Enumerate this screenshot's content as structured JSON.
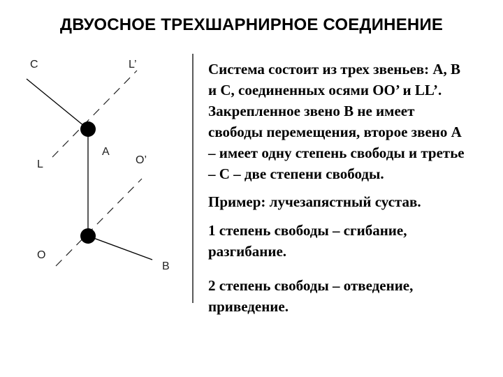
{
  "title": "ДВУОСНОЕ ТРЕХШАРНИРНОЕ СОЕДИНЕНИЕ",
  "labels": {
    "C": "C",
    "L_prime": "L’",
    "A": "A",
    "O_prime": "O’",
    "L": "L",
    "O": "O",
    "B": "B"
  },
  "description": "Система состоит из трех звеньев: А, В и С, соединенных осями ОО’ и LL’. Закрепленное звено В не имеет свободы перемещения, второе звено А – имеет одну степень свободы и третье – С – две степени свободы.",
  "example": "Пример: лучезапястный сустав.",
  "degree1": "1 степень свободы – сгибание, разгибание.",
  "degree2": "2 степень свободы – отведение, приведение.",
  "colors": {
    "line": "#000000",
    "dashed_axis": "#222222",
    "text": "#000000"
  }
}
